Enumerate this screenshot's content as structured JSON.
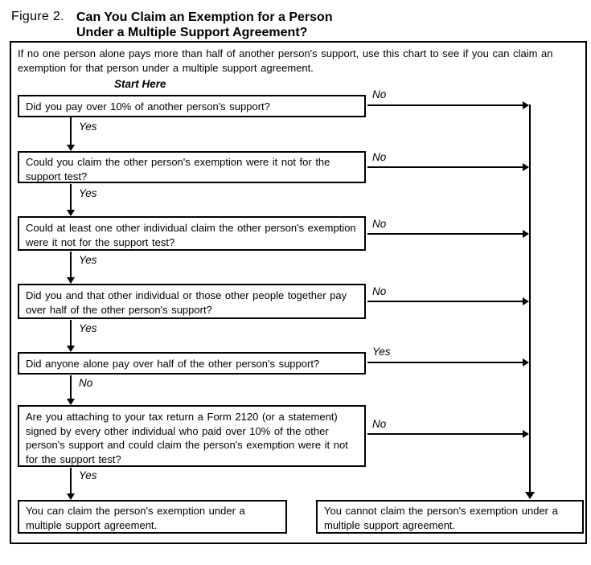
{
  "figure": {
    "label": "Figure 2.",
    "title_line1": "Can You Claim an Exemption for a Person",
    "title_line2": "Under a Multiple Support Agreement?"
  },
  "intro": "If no one person alone pays more than half of another person's support, use this chart to see if you can claim an exemption for that person under a multiple support agreement.",
  "start_here": "Start Here",
  "labels": {
    "yes": "Yes",
    "no": "No"
  },
  "questions": {
    "q1": "Did you pay over 10% of another person's support?",
    "q2": "Could you claim the other person's exemption were it not for the support test?",
    "q3": "Could at least one other individual claim the other person's exemption were it not for the support test?",
    "q4": "Did you and that other individual or those other people together pay over half of the other person's support?",
    "q5": "Did anyone alone pay over half of the other person's support?",
    "q6": "Are you attaching to your tax return a Form 2120 (or a statement) signed by every other individual who paid over 10% of the other person's support and could claim the person's exemption were it not for the support test?"
  },
  "results": {
    "can_claim": "You can claim the person's exemption under a multiple support agreement.",
    "cannot_claim": "You cannot claim the person's exemption under a multiple support agreement."
  },
  "colors": {
    "line": "#000000",
    "background": "#ffffff",
    "text": "#000000"
  }
}
